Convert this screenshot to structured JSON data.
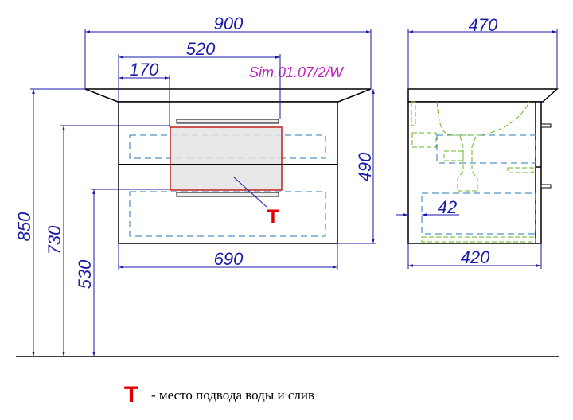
{
  "front_view": {
    "dim_width_total": "900",
    "dim_sink_width": "520",
    "dim_sink_offset": "170",
    "model_code": "Sim.01.07/2/W",
    "dim_body_height": "490",
    "dim_body_width": "690",
    "dim_total_height": "850",
    "dim_upper_pipe_height": "730",
    "dim_lower_pipe_height": "530",
    "marker_label": "T"
  },
  "side_view": {
    "dim_depth_total": "470",
    "dim_body_depth": "420",
    "dim_offset": "42"
  },
  "legend": {
    "marker": "T",
    "text": "- место подвода воды и слив"
  },
  "colors": {
    "dimension": "#1a1aa8",
    "marker": "#e00000",
    "model_code": "#c020c0",
    "hidden_lines": "#2a7ab8",
    "plumbing": "#6ab820"
  }
}
